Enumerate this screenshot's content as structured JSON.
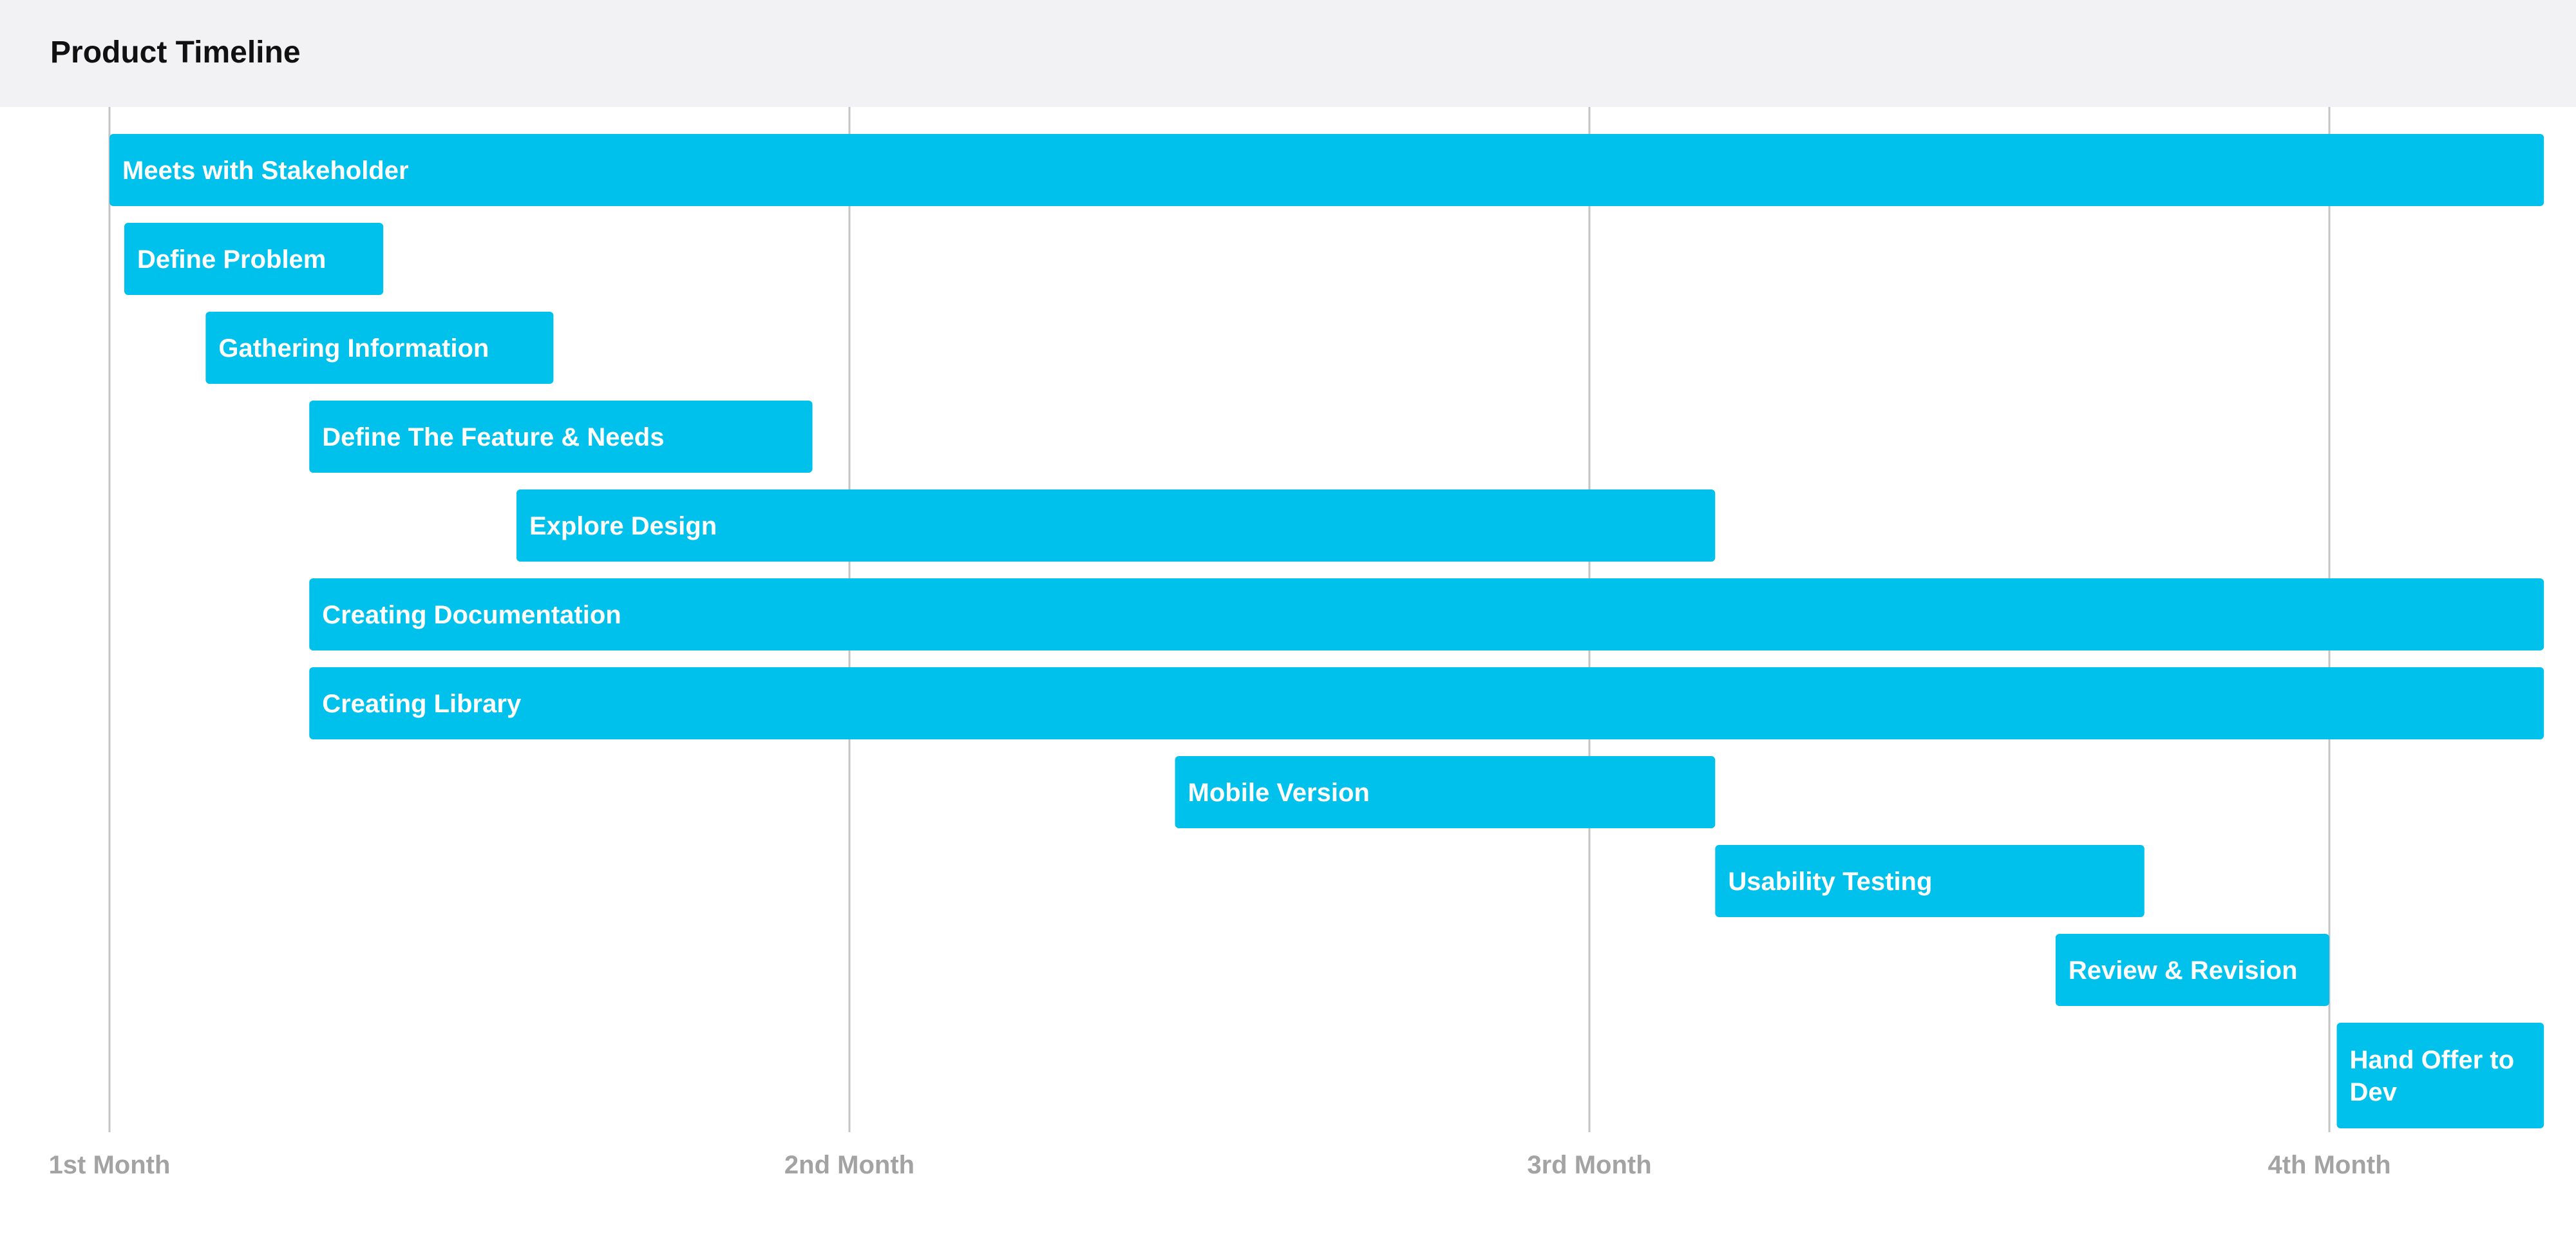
{
  "header": {
    "title": "Product Timeline"
  },
  "colors": {
    "bar": "#00c0ec",
    "bar_text": "#ffffff",
    "gridline": "#c4c4c4",
    "tick_text": "#a3a3a3",
    "header_bg": "#f2f2f4"
  },
  "chart_data": {
    "type": "gantt",
    "title": "Product Timeline",
    "xlabel": "",
    "ylabel": "",
    "x_unit": "month",
    "xlim": [
      1,
      4.3
    ],
    "grid": true,
    "tick_values": [
      1,
      2,
      3,
      4
    ],
    "tick_labels": [
      "1st Month",
      "2nd Month",
      "3rd Month",
      "4th Month"
    ],
    "tasks": [
      {
        "label": "Meets with Stakeholder",
        "start": 1.0,
        "end": 4.29
      },
      {
        "label": "Define Problem",
        "start": 1.02,
        "end": 1.37
      },
      {
        "label": "Gathering Information",
        "start": 1.13,
        "end": 1.6
      },
      {
        "label": "Define The Feature & Needs",
        "start": 1.27,
        "end": 1.95
      },
      {
        "label": "Explore Design",
        "start": 1.55,
        "end": 3.17
      },
      {
        "label": "Creating Documentation",
        "start": 1.27,
        "end": 4.29
      },
      {
        "label": "Creating Library",
        "start": 1.27,
        "end": 4.29
      },
      {
        "label": "Mobile Version",
        "start": 2.44,
        "end": 3.17
      },
      {
        "label": "Usability Testing",
        "start": 3.17,
        "end": 3.75
      },
      {
        "label": "Review & Revision",
        "start": 3.63,
        "end": 4.0
      },
      {
        "label": "Hand Offer to Dev",
        "label_lines": [
          "Hand Offer to",
          "Dev"
        ],
        "start": 4.01,
        "end": 4.29
      }
    ]
  }
}
